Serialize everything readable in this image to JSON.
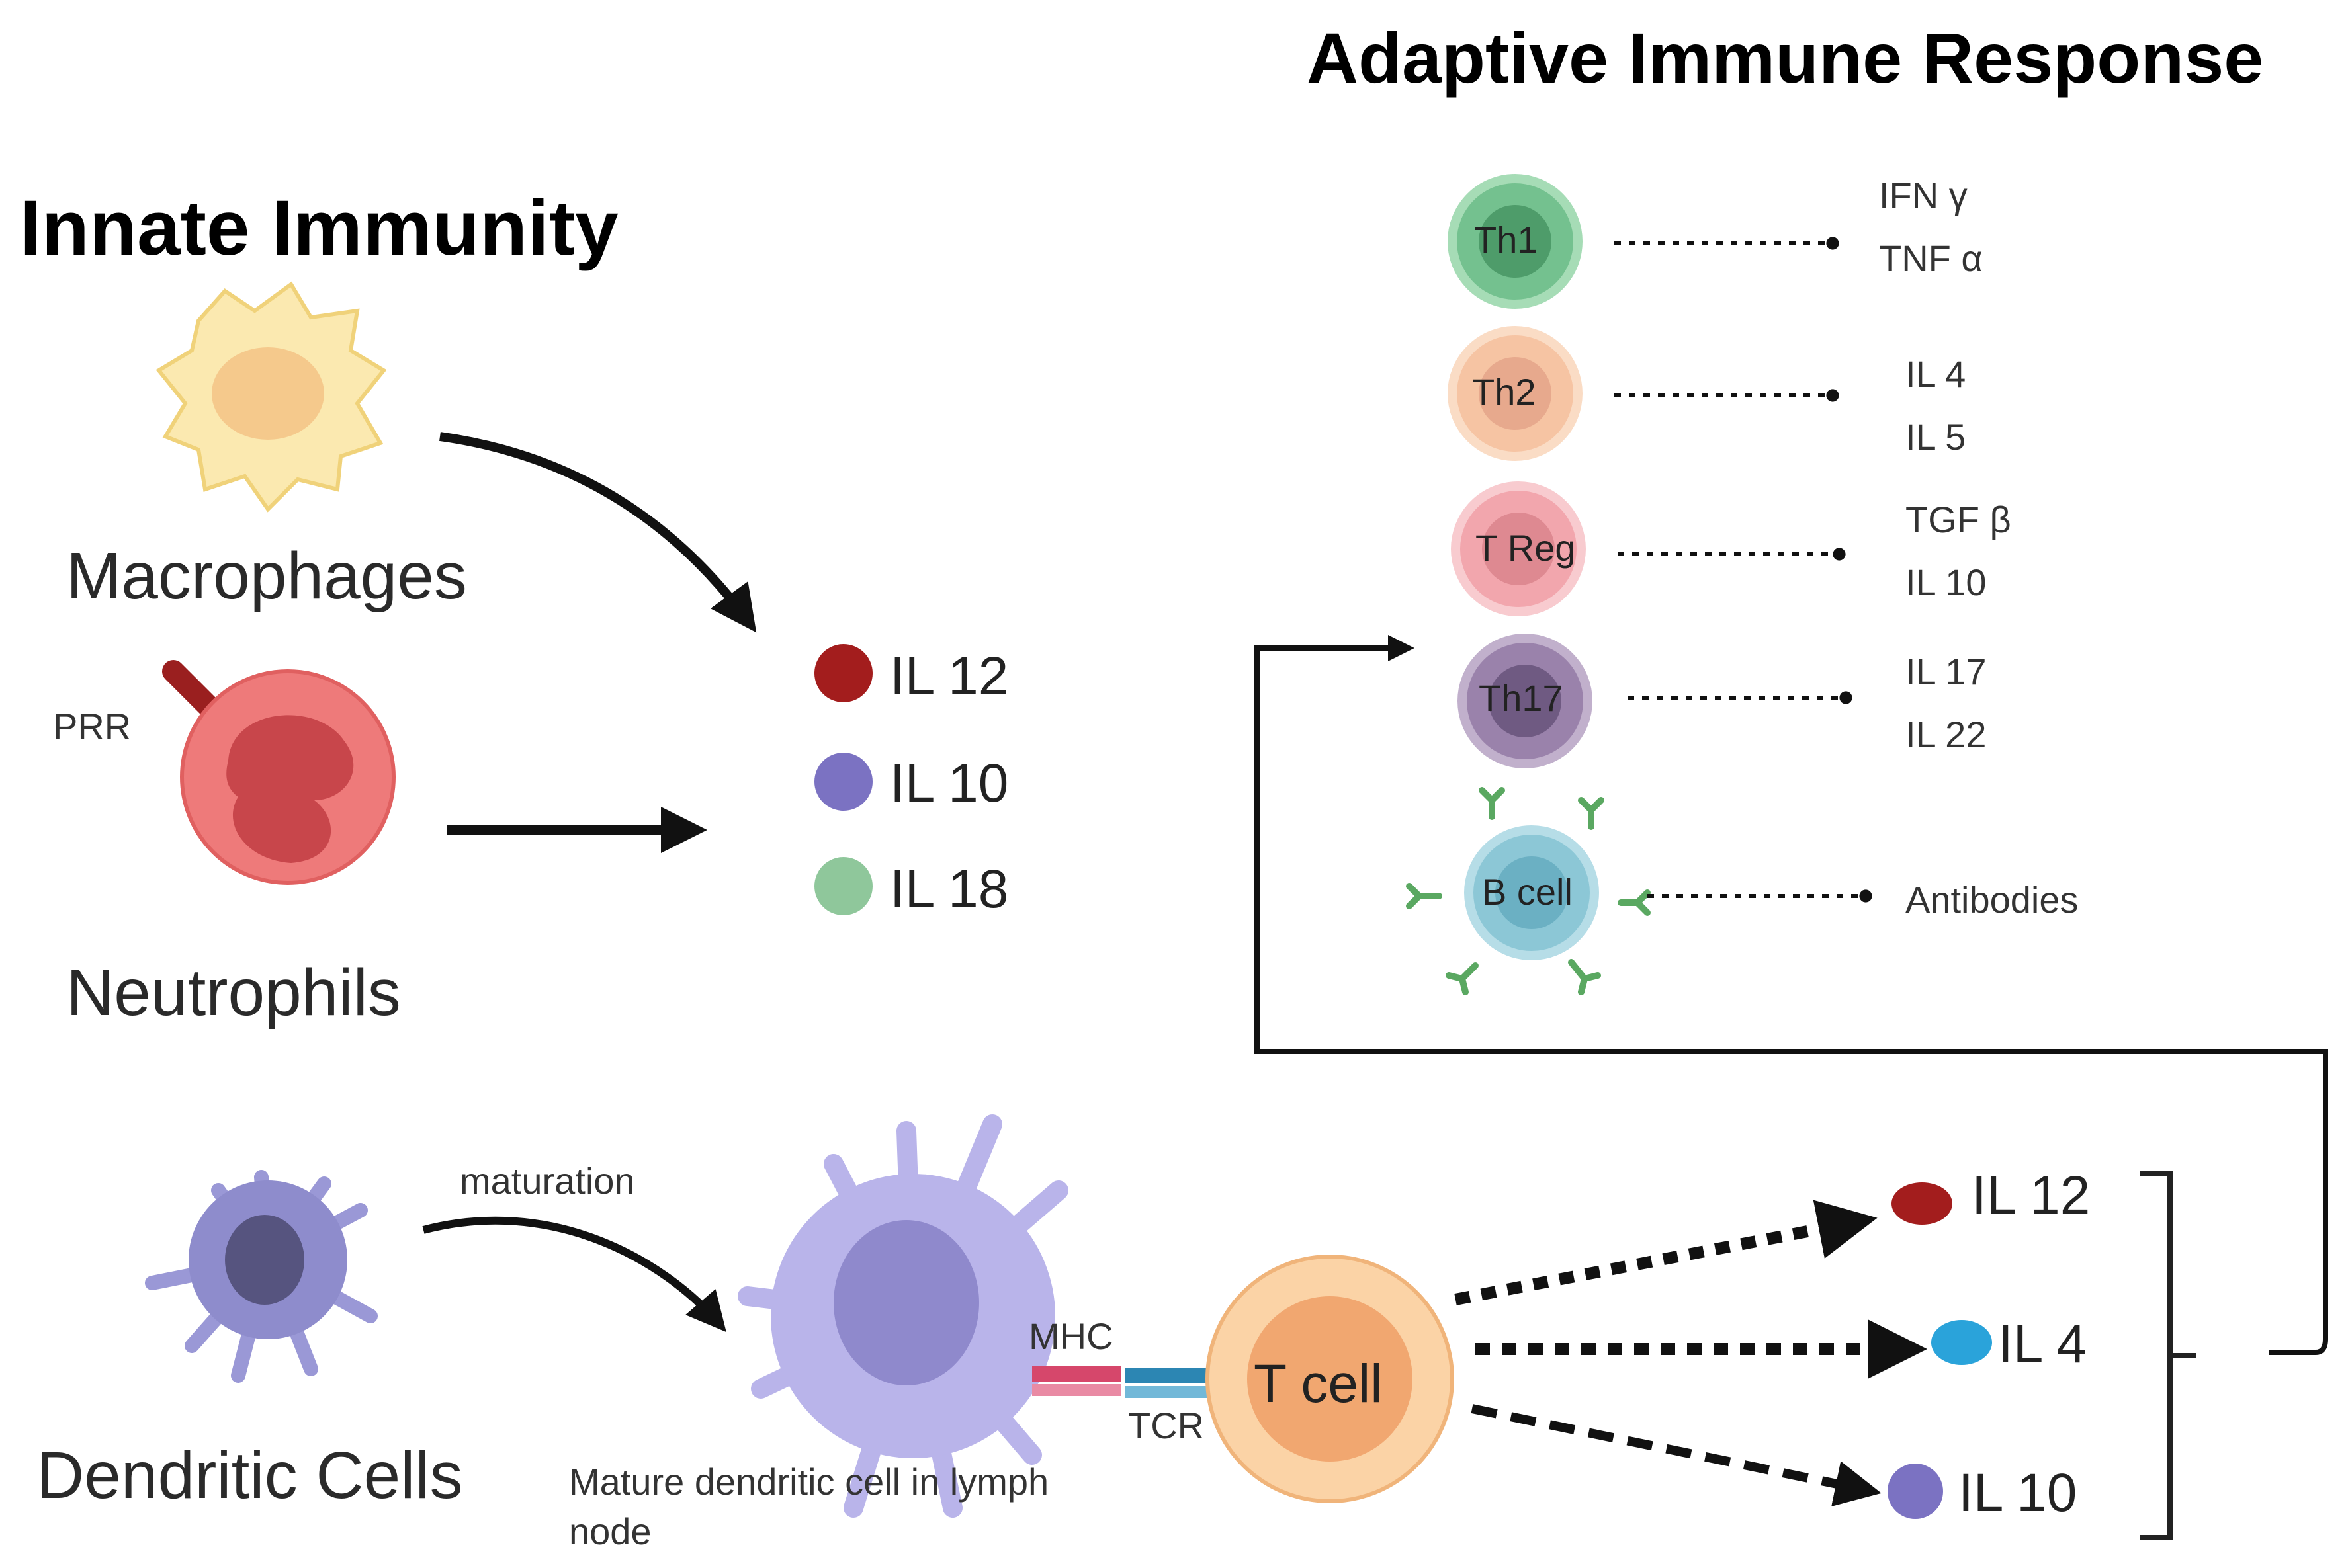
{
  "titles": {
    "innate": "Innate Immunity",
    "adaptive": "Adaptive Immune Response"
  },
  "innate": {
    "macrophages": "Macrophages",
    "neutrophils": "Neutrophils",
    "prr": "PRR",
    "dendritic_cells": "Dendritic Cells",
    "maturation": "maturation",
    "mature_dc_line1": "Mature dendritic cell in lymph",
    "mature_dc_line2": "node",
    "mhc": "MHC",
    "tcr": "TCR",
    "t_cell": "T cell"
  },
  "innate_cytokines": [
    {
      "label": "IL 12",
      "color": "#a31d1d"
    },
    {
      "label": "IL 10",
      "color": "#7b72c2"
    },
    {
      "label": "IL 18",
      "color": "#8fc79b"
    }
  ],
  "tcell_cytokines": [
    {
      "label": "IL 12",
      "color": "#a31d1d"
    },
    {
      "label": "IL 4",
      "color": "#2aa3da"
    },
    {
      "label": "IL 10",
      "color": "#7b72c2"
    }
  ],
  "adaptive_cells": [
    {
      "name": "Th1",
      "color": "#74c18f",
      "out1": "IFN γ",
      "out2": "TNF α"
    },
    {
      "name": "Th2",
      "color": "#f6c4a3",
      "out1": "IL 4",
      "out2": "IL 5"
    },
    {
      "name": "T Reg",
      "color": "#f2a6ad",
      "out1": "TGF β",
      "out2": "IL 10"
    },
    {
      "name": "Th17",
      "color": "#9a82ab",
      "out1": "IL 17",
      "out2": "IL 22"
    },
    {
      "name": "B cell",
      "color": "#8cc7d6",
      "out1": "Antibodies",
      "out2": ""
    }
  ]
}
